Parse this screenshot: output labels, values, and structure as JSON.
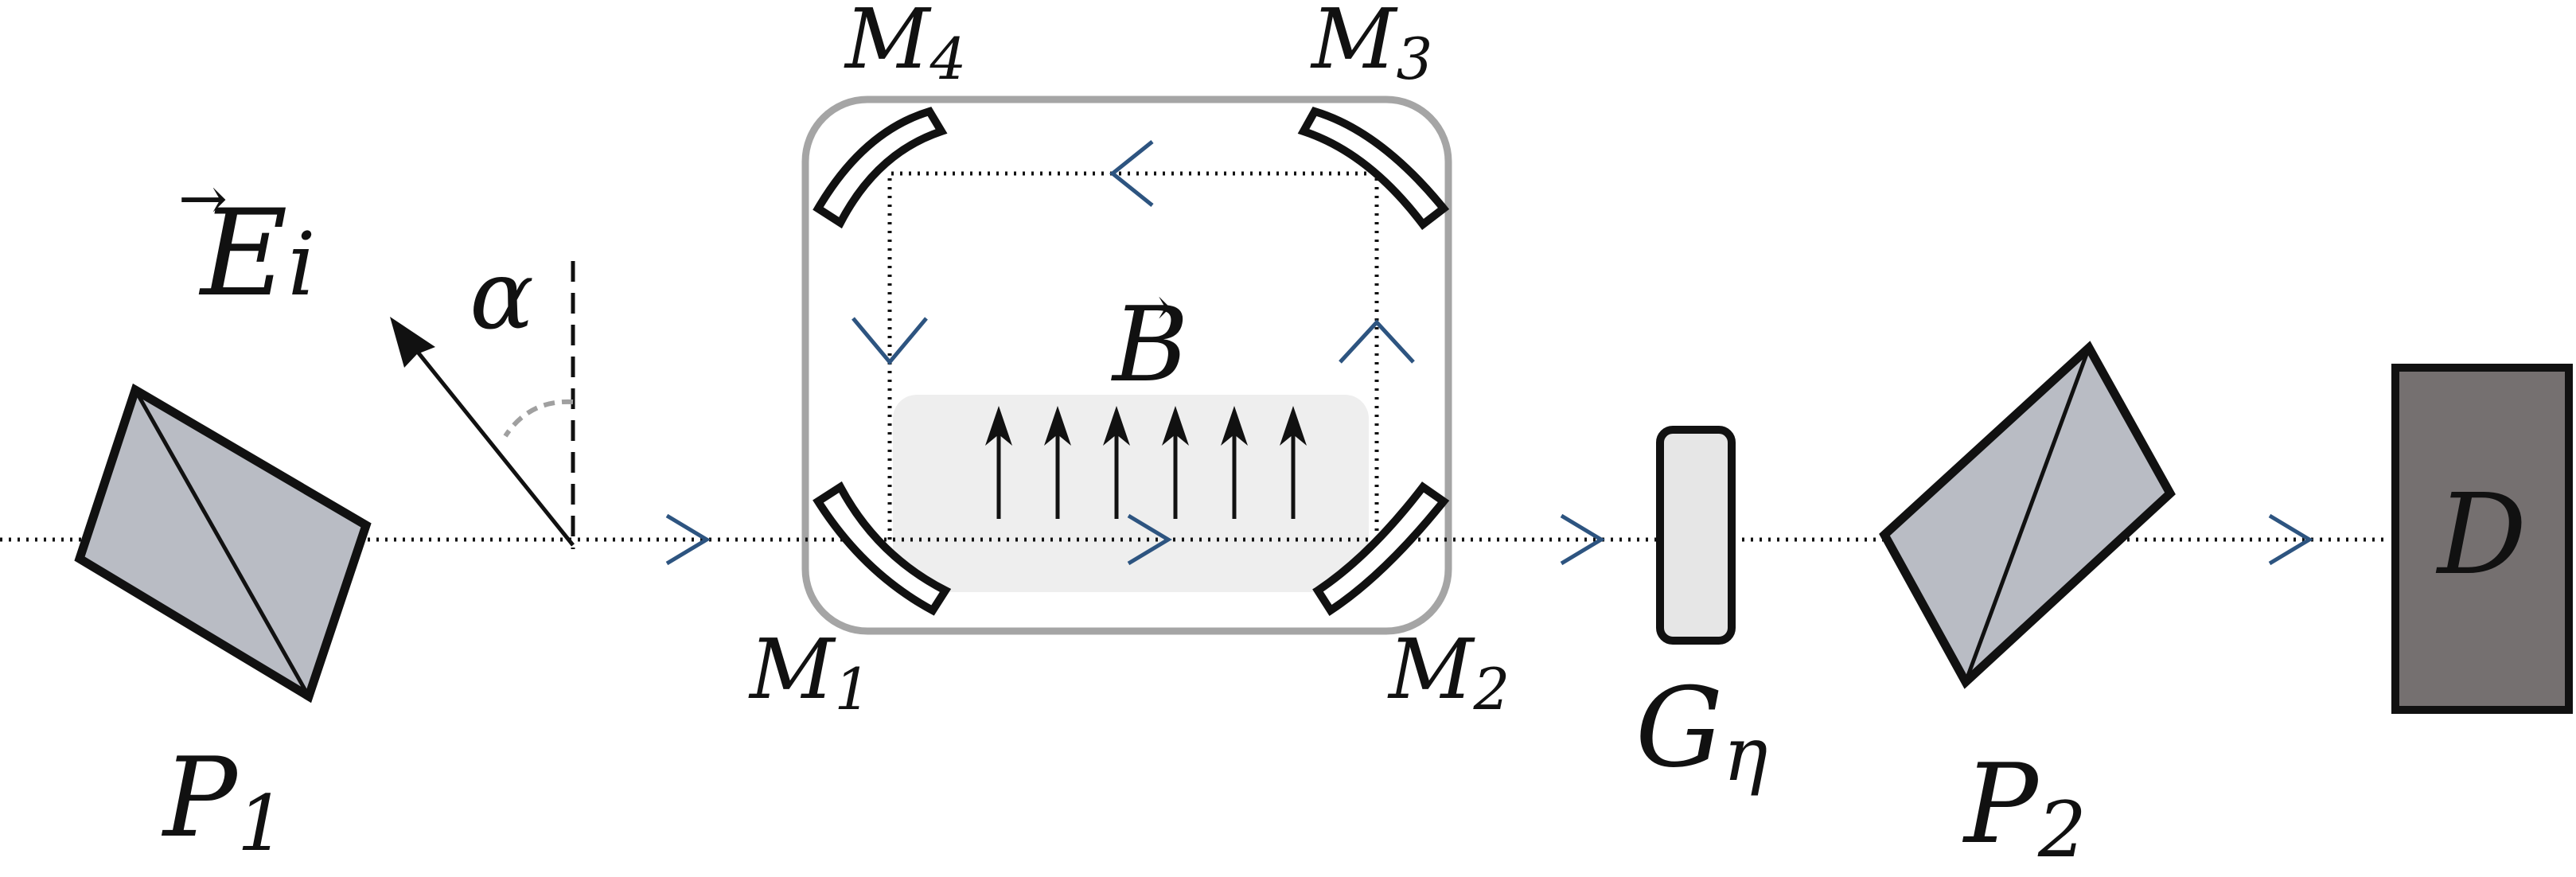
{
  "colors": {
    "beam": "#111111",
    "arrow": "#2d5480",
    "polarizer_fill": "#b9bcc4",
    "cavity_border": "#a5a5a5",
    "field_region": "#eeeeee",
    "gate_fill": "#e6e6e6",
    "detector_fill": "#757070",
    "angle_arc": "#a0a0a0"
  },
  "labels": {
    "p1_main": "P",
    "p1_sub": "1",
    "p2_main": "P",
    "p2_sub": "2",
    "m1_main": "M",
    "m1_sub": "1",
    "m2_main": "M",
    "m2_sub": "2",
    "m3_main": "M",
    "m3_sub": "3",
    "m4_main": "M",
    "m4_sub": "4",
    "e_main": "E",
    "e_sub": "i",
    "e_vector_mark": "→",
    "alpha": "α",
    "b_main": "B",
    "b_vector_mark": "→",
    "g_main": "G",
    "g_sub": "η",
    "detector": "D"
  },
  "icons": {
    "polarizer": "prism-polarizer-icon",
    "mirror": "curved-mirror-icon",
    "gate": "gate-element-icon",
    "detector": "detector-box-icon",
    "beam_arrow": "chevron-right-icon",
    "field_arrow": "arrow-up-icon"
  },
  "field_arrow_count": 6
}
